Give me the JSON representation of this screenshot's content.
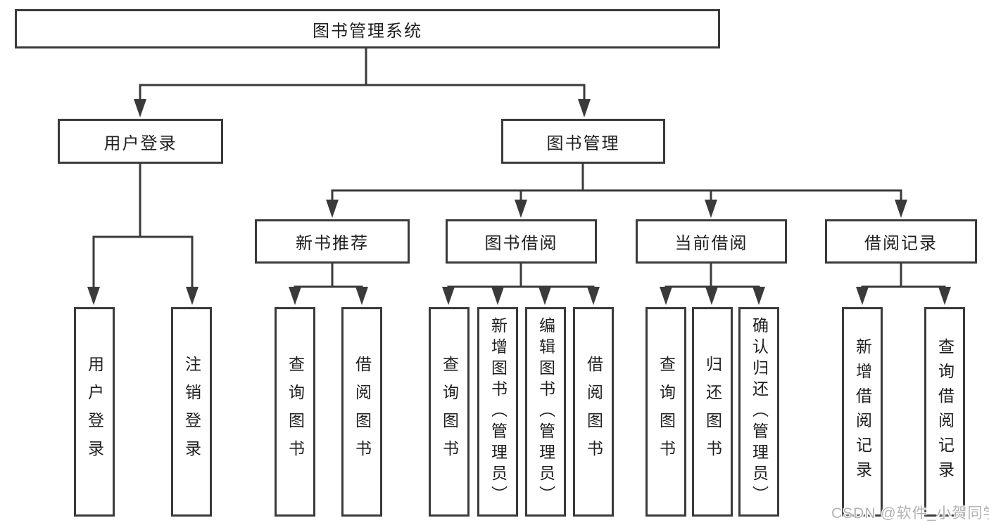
{
  "diagram": {
    "colors": {
      "line": "#3a3a3a",
      "border": "#3a3a3a",
      "text": "#1f1f1f",
      "background": "#ffffff",
      "watermark": "#b3b3b3"
    },
    "nodes": {
      "root": {
        "label": "图书管理系统"
      },
      "user_login": {
        "label": "用户登录"
      },
      "book_mgmt": {
        "label": "图书管理"
      },
      "new_book_rec": {
        "label": "新书推荐"
      },
      "book_borrow": {
        "label": "图书借阅"
      },
      "current_borrow": {
        "label": "当前借阅"
      },
      "borrow_records": {
        "label": "借阅记录"
      },
      "leaf_user_login": {
        "label": "用户登录"
      },
      "leaf_logout": {
        "label": "注销登录"
      },
      "leaf_query_book_1": {
        "label": "查询图书"
      },
      "leaf_borrow_book_1": {
        "label": "借阅图书"
      },
      "leaf_query_book_2": {
        "label": "查询图书"
      },
      "leaf_add_book": {
        "label": "新增图书（管理员）"
      },
      "leaf_edit_book": {
        "label": "编辑图书（管理员）"
      },
      "leaf_borrow_book_2": {
        "label": "借阅图书"
      },
      "leaf_query_book_3": {
        "label": "查询图书"
      },
      "leaf_return_book": {
        "label": "归还图书"
      },
      "leaf_confirm_return": {
        "label": "确认归还（管理员）"
      },
      "leaf_add_record": {
        "label": "新增借阅记录"
      },
      "leaf_query_record": {
        "label": "查询借阅记录"
      }
    }
  },
  "watermark": {
    "text": "CSDN @软件_小贺同学"
  }
}
